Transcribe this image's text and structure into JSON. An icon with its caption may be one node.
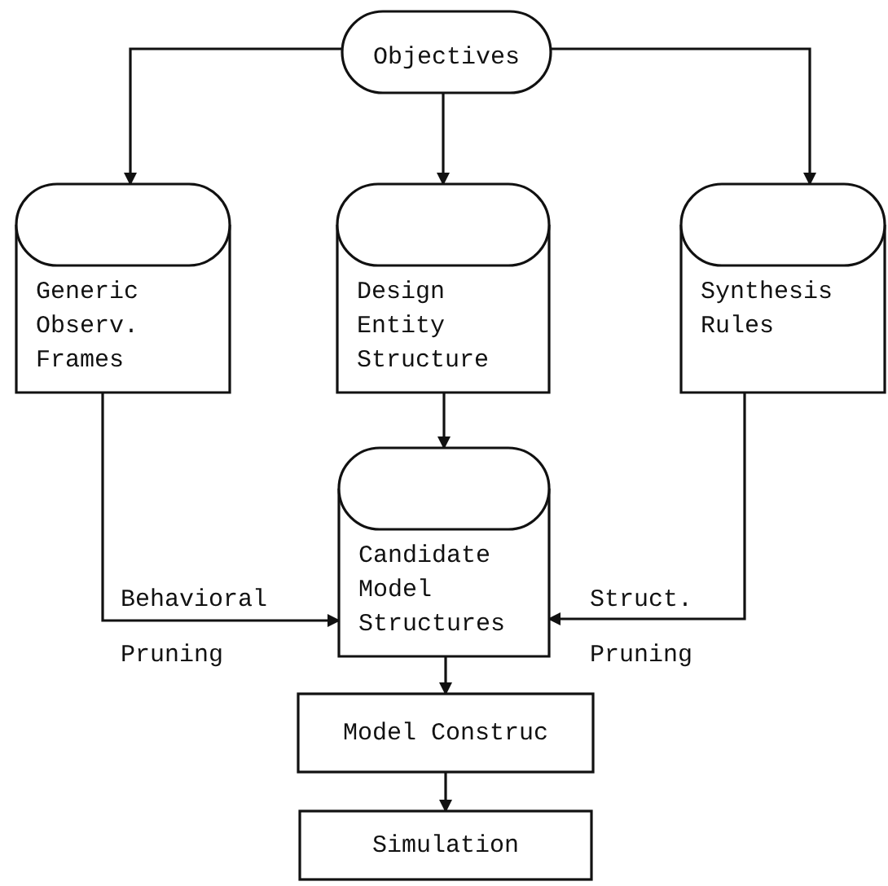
{
  "diagram": {
    "nodes": [
      {
        "text": [
          "Objectives"
        ]
      },
      {
        "text": [
          "Generic Observ. Frames"
        ]
      },
      {
        "text": [
          "Design Entity Structure"
        ]
      },
      {
        "text": [
          "Synthesis Rules"
        ]
      },
      {
        "text": [
          "Candidate Model Structures"
        ]
      },
      {
        "text": [
          "Model Construc"
        ]
      },
      {
        "text": [
          "Simulation"
        ]
      }
    ],
    "edges": [
      {
        "from": 0,
        "to": 1,
        "arrow": "to"
      },
      {
        "from": 0,
        "to": 2,
        "arrow": "to"
      },
      {
        "from": 0,
        "to": 3,
        "arrow": "to"
      },
      {
        "from": 2,
        "to": 4,
        "arrow": "to"
      },
      {
        "from": 1,
        "to": 4,
        "arrow": "to",
        "label": "Behavioral Pruning"
      },
      {
        "from": 3,
        "to": 4,
        "arrow": "to",
        "label": "Struct. Pruning"
      },
      {
        "from": 4,
        "to": 5,
        "arrow": "to"
      },
      {
        "from": 5,
        "to": 6,
        "arrow": "to"
      }
    ]
  }
}
